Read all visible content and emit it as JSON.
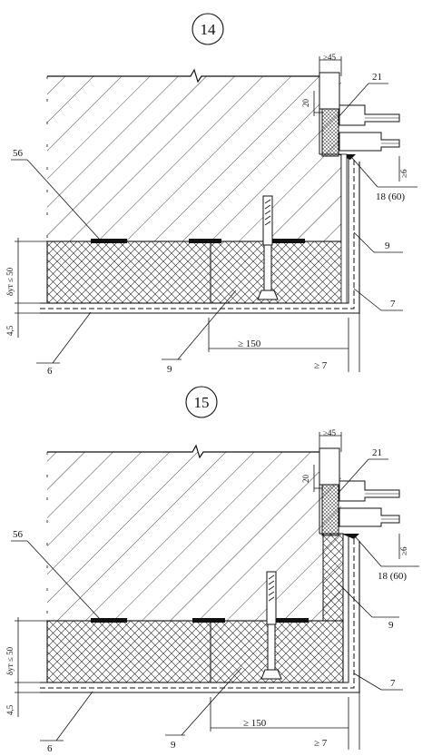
{
  "details": [
    {
      "number": "14",
      "dim_top": "≥45",
      "dim_20": "20",
      "dim_6": "≥6",
      "dim_thickness": "δут ≤ 50",
      "dim_45": "4,5",
      "dim_150": "≥ 150",
      "dim_7": "≥ 7",
      "labels": {
        "l21": "21",
        "l56": "56",
        "l18": "18 (60)",
        "l9a": "9",
        "l7": "7",
        "l6": "6",
        "l9b": "9"
      }
    },
    {
      "number": "15",
      "dim_top": "≥45",
      "dim_20": "20",
      "dim_6": "≥6",
      "dim_thickness": "δут ≤ 50",
      "dim_45": "4,5",
      "dim_150": "≥ 150",
      "dim_7": "≥ 7",
      "labels": {
        "l21": "21",
        "l56": "56",
        "l18": "18 (60)",
        "l9a": "9",
        "l7": "7",
        "l6": "6",
        "l9b": "9"
      }
    }
  ]
}
